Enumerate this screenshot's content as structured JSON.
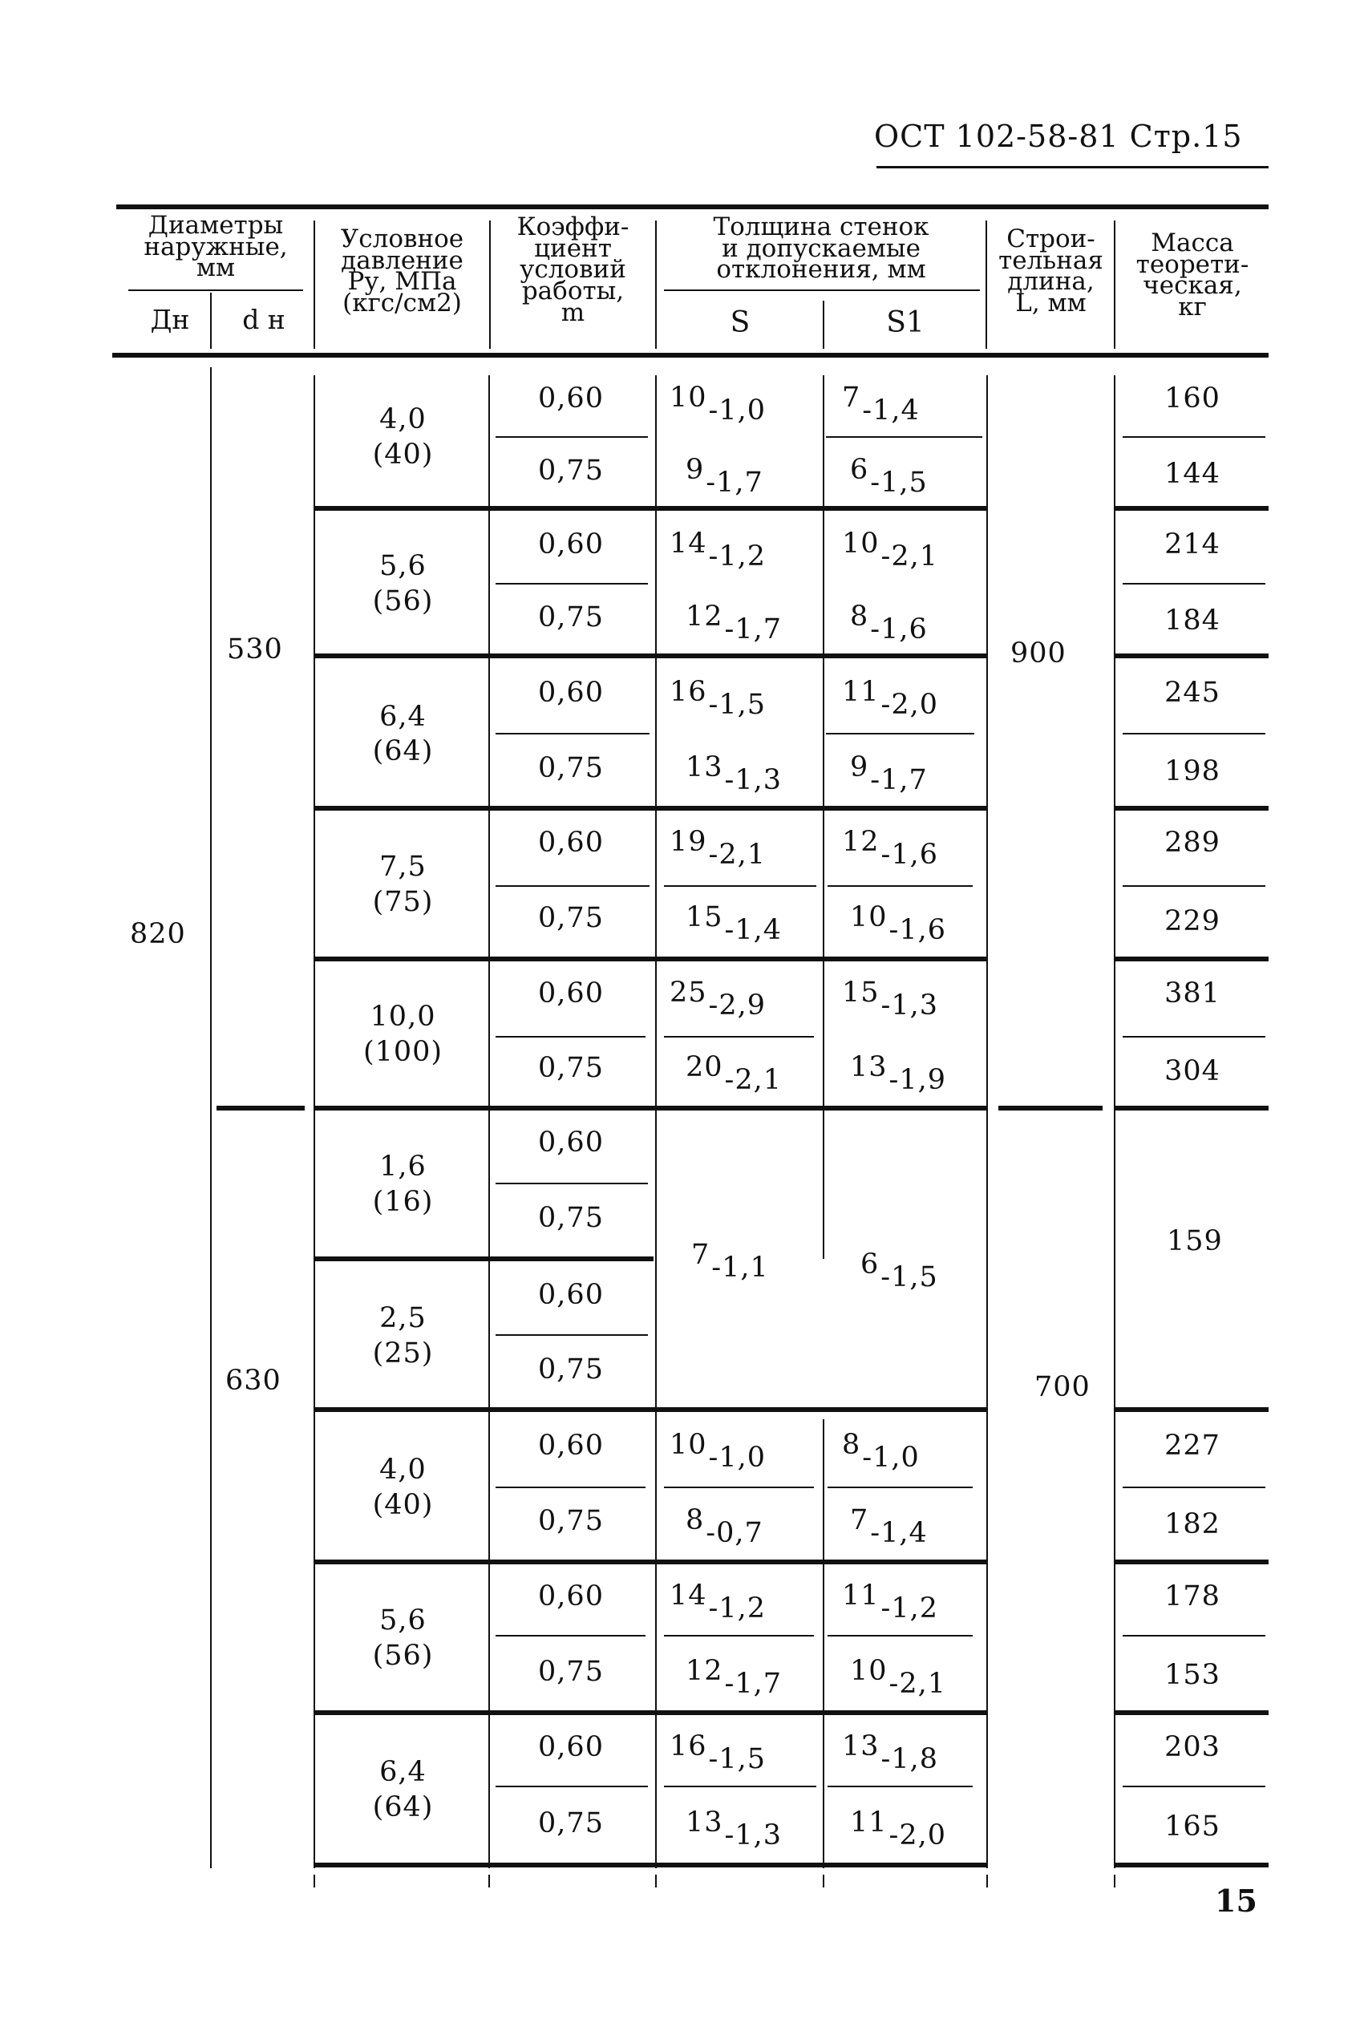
{
  "header": {
    "standard": "ОСТ 102-58-81 Стр.15"
  },
  "columns": {
    "diam_title": [
      "Диаметры",
      "наружные,",
      "мм"
    ],
    "dn": "Дн",
    "dn_small": "d н",
    "pressure": [
      "Условное",
      "давление",
      "Ру, МПа",
      "(кгс/см2)"
    ],
    "coef": [
      "Коэффи-",
      "циент",
      "условий",
      "работы,",
      "m"
    ],
    "wall": [
      "Толщина стенок",
      "и допускаемые",
      "отклонения, мм"
    ],
    "s": "S",
    "s1": "S1",
    "length": [
      "Строи-",
      "тельная",
      "длина,",
      "L, мм"
    ],
    "mass": [
      "Масса",
      "теорети-",
      "ческая,",
      "кг"
    ]
  },
  "outer_diameter": "820",
  "branch_diameters": [
    "530",
    "630"
  ],
  "lengths": [
    "900",
    "700"
  ],
  "groups": [
    {
      "p": "4,0",
      "pk": "(40)",
      "rows": [
        {
          "m": "0,60",
          "s": "10",
          "sd": "-1,0",
          "s1": "7",
          "s1d": "-1,4",
          "mass": "160"
        },
        {
          "m": "0,75",
          "s": "9",
          "sd": "-1,7",
          "s1": "6",
          "s1d": "-1,5",
          "mass": "144"
        }
      ]
    },
    {
      "p": "5,6",
      "pk": "(56)",
      "rows": [
        {
          "m": "0,60",
          "s": "14",
          "sd": "-1,2",
          "s1": "10",
          "s1d": "-2,1",
          "mass": "214"
        },
        {
          "m": "0,75",
          "s": "12",
          "sd": "-1,7",
          "s1": "8",
          "s1d": "-1,6",
          "mass": "184"
        }
      ]
    },
    {
      "p": "6,4",
      "pk": "(64)",
      "rows": [
        {
          "m": "0,60",
          "s": "16",
          "sd": "-1,5",
          "s1": "11",
          "s1d": "-2,0",
          "mass": "245"
        },
        {
          "m": "0,75",
          "s": "13",
          "sd": "-1,3",
          "s1": "9",
          "s1d": "-1,7",
          "mass": "198"
        }
      ]
    },
    {
      "p": "7,5",
      "pk": "(75)",
      "rows": [
        {
          "m": "0,60",
          "s": "19",
          "sd": "-2,1",
          "s1": "12",
          "s1d": "-1,6",
          "mass": "289"
        },
        {
          "m": "0,75",
          "s": "15",
          "sd": "-1,4",
          "s1": "10",
          "s1d": "-1,6",
          "mass": "229"
        }
      ]
    },
    {
      "p": "10,0",
      "pk": "(100)",
      "rows": [
        {
          "m": "0,60",
          "s": "25",
          "sd": "-2,9",
          "s1": "15",
          "s1d": "-1,3",
          "mass": "381"
        },
        {
          "m": "0,75",
          "s": "20",
          "sd": "-2,1",
          "s1": "13",
          "s1d": "-1,9",
          "mass": "304"
        }
      ]
    },
    {
      "p": "1,6",
      "pk": "(16)",
      "rows": [
        {
          "m": "0,60"
        },
        {
          "m": "0,75"
        }
      ]
    },
    {
      "p": "2,5",
      "pk": "(25)",
      "rows": [
        {
          "m": "0,60"
        },
        {
          "m": "0,75"
        }
      ]
    },
    {
      "p": "4,0",
      "pk": "(40)",
      "rows": [
        {
          "m": "0,60",
          "s": "10",
          "sd": "-1,0",
          "s1": "8",
          "s1d": "-1,0",
          "mass": "227"
        },
        {
          "m": "0,75",
          "s": "8",
          "sd": "-0,7",
          "s1": "7",
          "s1d": "-1,4",
          "mass": "182"
        }
      ]
    },
    {
      "p": "5,6",
      "pk": "(56)",
      "rows": [
        {
          "m": "0,60",
          "s": "14",
          "sd": "-1,2",
          "s1": "11",
          "s1d": "-1,2",
          "mass": "178"
        },
        {
          "m": "0,75",
          "s": "12",
          "sd": "-1,7",
          "s1": "10",
          "s1d": "-2,1",
          "mass": "153"
        }
      ]
    },
    {
      "p": "6,4",
      "pk": "(64)",
      "rows": [
        {
          "m": "0,60",
          "s": "16",
          "sd": "-1,5",
          "s1": "13",
          "s1d": "-1,8",
          "mass": "203"
        },
        {
          "m": "0,75",
          "s": "13",
          "sd": "-1,3",
          "s1": "11",
          "s1d": "-2,0",
          "mass": "165"
        }
      ]
    }
  ],
  "low_pressure_common": {
    "s": "7",
    "sd": "-1,1",
    "s1": "6",
    "s1d": "-1,5",
    "mass": "159"
  },
  "page_number": "15"
}
